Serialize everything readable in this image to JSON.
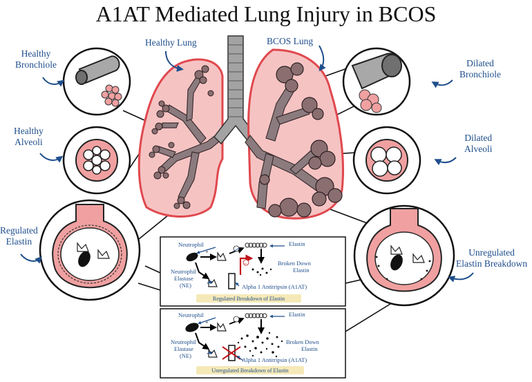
{
  "title": "A1AT Mediated Lung Injury in BCOS",
  "labels": {
    "healthy_bronchiole": [
      "Healthy",
      "Bronchiole"
    ],
    "healthy_alveoli": [
      "Healthy",
      "Alveoli"
    ],
    "regulated_elastin": [
      "Regulated",
      "Elastin"
    ],
    "healthy_lung": "Healthy Lung",
    "bcos_lung": "BCOS Lung",
    "dilated_bronchiole": [
      "Dilated",
      "Bronchiole"
    ],
    "dilated_alveoli": [
      "Dilated",
      "Alveoli"
    ],
    "unregulated_elastin": [
      "Unregulated",
      "Elastin Breakdown"
    ]
  },
  "panel_regulated": {
    "neutrophil": "Neutrophil",
    "elastin": "Elastin",
    "ne": [
      "Neutrophil",
      "Elastase",
      "(NE)"
    ],
    "plus": "+",
    "minus": "−",
    "broken_down": [
      "Broken Down",
      "Elastin"
    ],
    "a1at": "Alpha 1 Antitripsin (A1AT)",
    "caption": "Regulated Breakdown of Elastin"
  },
  "panel_unregulated": {
    "neutrophil": "Neutrophil",
    "elastin": "Elastin",
    "ne": [
      "Neutrophil",
      "Elastase",
      "(NE)"
    ],
    "plus": "+",
    "broken_down": [
      "Broken Down",
      "Elastin"
    ],
    "a1at": "Alpha 1 Antitripsin (A1AT)",
    "caption": "Unregulated Breakdown of Elastin"
  },
  "colors": {
    "lung_fill": "#f6c3c3",
    "lung_stroke": "#e0484e",
    "airway": "#8c7b7e",
    "alveoli_dark": "#8a6e70",
    "alveoli_pink": "#f0a0a0",
    "label_blue": "#1f4e8c",
    "inhibit_red": "#c0141a",
    "caption_bg": "#f5e9b8"
  }
}
